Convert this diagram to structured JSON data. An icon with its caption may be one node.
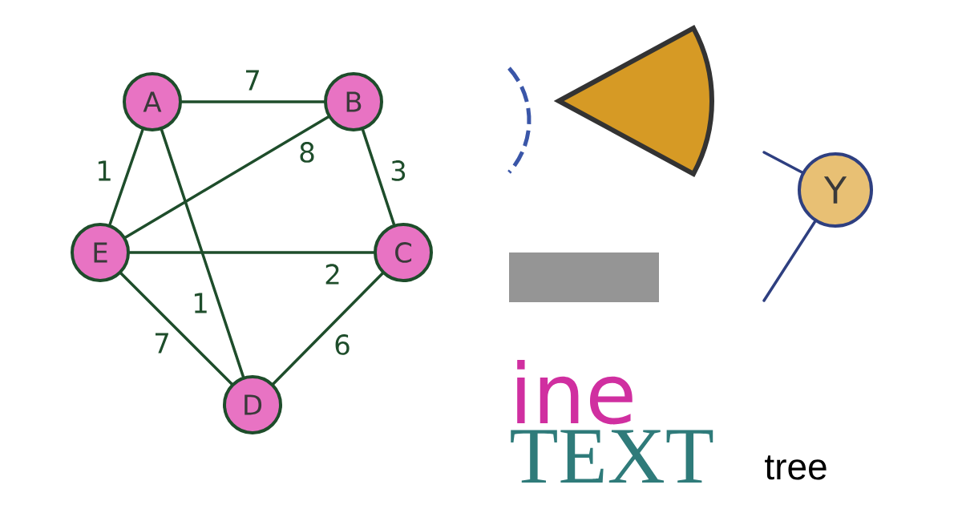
{
  "diagram": {
    "nodes": [
      {
        "text": [
          "A"
        ]
      },
      {
        "text": [
          "B"
        ]
      },
      {
        "text": [
          "E"
        ]
      },
      {
        "text": [
          "C"
        ]
      },
      {
        "text": [
          "D"
        ]
      },
      {
        "text": [],
        "shape": "circle"
      },
      {
        "text": [],
        "shape": "sector"
      },
      {
        "text": [
          "Y"
        ]
      },
      {
        "text": [],
        "shape": "box"
      }
    ],
    "edges": [
      {
        "from": 0,
        "to": 1,
        "arrow": "none",
        "label": "7"
      },
      {
        "from": 0,
        "to": 2,
        "arrow": "none",
        "label": "1"
      },
      {
        "from": 0,
        "to": 4,
        "arrow": "none",
        "label": "1"
      },
      {
        "from": 1,
        "to": 2,
        "arrow": "none",
        "label": "8"
      },
      {
        "from": 1,
        "to": 3,
        "arrow": "none",
        "label": "3"
      },
      {
        "from": 2,
        "to": 3,
        "arrow": "none",
        "label": "2"
      },
      {
        "from": 2,
        "to": 4,
        "arrow": "none",
        "label": "7"
      },
      {
        "from": 3,
        "to": 4,
        "arrow": "none",
        "label": "6"
      },
      {
        "from": null,
        "to": 7,
        "arrow": "none",
        "color": "#2e3f80"
      },
      {
        "from": null,
        "to": 7,
        "arrow": "none",
        "color": "#2e3f80"
      }
    ],
    "labels": [
      "ine",
      "TEXT",
      "tree"
    ]
  }
}
